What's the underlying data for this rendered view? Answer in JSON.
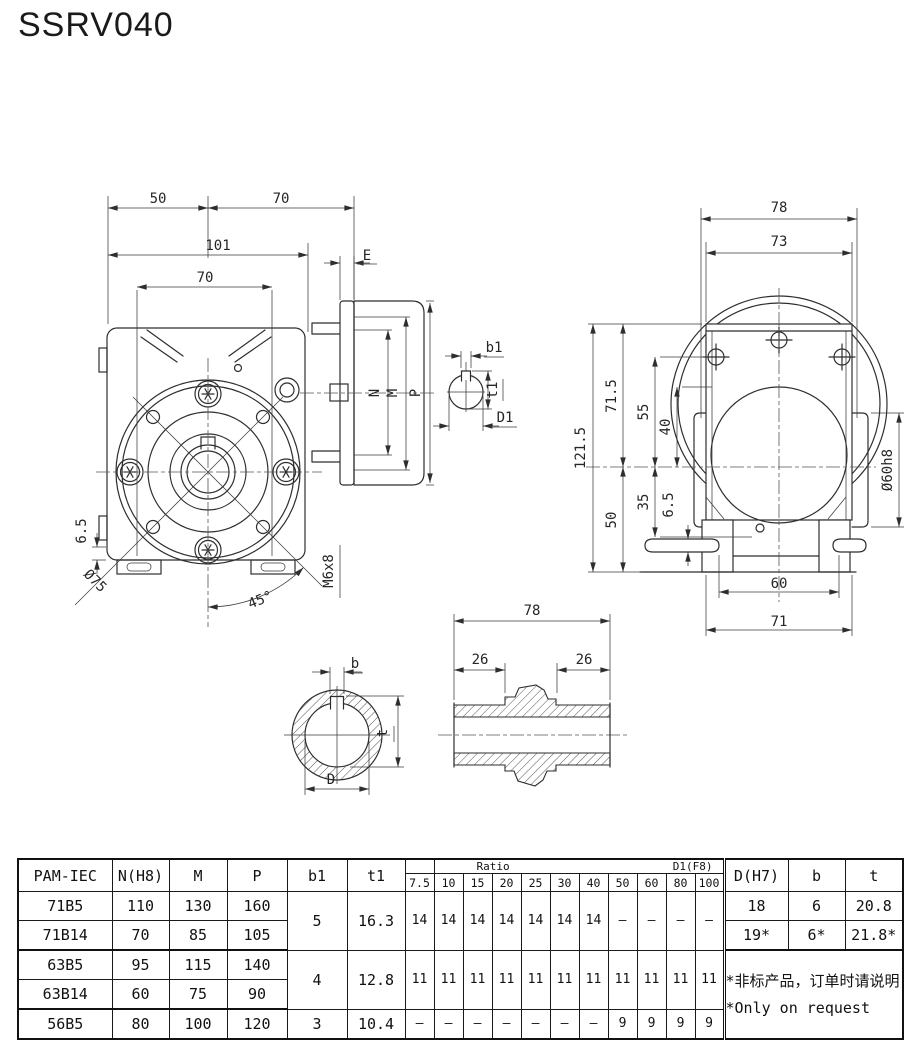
{
  "title": "SSRV040",
  "dwg": {
    "front": {
      "d50": "50",
      "d70a": "70",
      "d101": "101",
      "d70b": "70",
      "d65": "6.5",
      "dia75": "Ø75",
      "a45": "45°",
      "m6x8": "M6x8"
    },
    "flange": {
      "e": "E",
      "n": "N",
      "m": "M",
      "p": "P"
    },
    "detail": {
      "b1": "b1",
      "t1": "t1",
      "d1": "D1"
    },
    "side": {
      "d78": "78",
      "d73": "73",
      "d1215": "121.5",
      "d715": "71.5",
      "d55": "55",
      "d40": "40",
      "d35": "35",
      "d65": "6.5",
      "d50": "50",
      "dia60": "Ø60h8",
      "d60": "60",
      "d71": "71"
    },
    "bore": {
      "b": "b",
      "t": "t",
      "d": "D"
    },
    "shaft": {
      "d78": "78",
      "d26l": "26",
      "d26r": "26"
    }
  },
  "table": {
    "h": {
      "pam": "PAM-IEC",
      "n": "N(H8)",
      "m": "M",
      "p": "P",
      "b1": "b1",
      "t1": "t1",
      "ratio": "Ratio",
      "d1f8": "D1(F8)",
      "c": [
        "7.5",
        "10",
        "15",
        "20",
        "25",
        "30",
        "40",
        "50",
        "60",
        "80",
        "100"
      ],
      "dh7": "D(H7)",
      "b": "b",
      "t": "t"
    },
    "r1": {
      "pam": "71B5",
      "n": "110",
      "m": "130",
      "p": "160",
      "dh7": "18",
      "b": "6",
      "t": "20.8"
    },
    "r2": {
      "pam": "71B14",
      "n": "70",
      "m": "85",
      "p": "105",
      "dh7": "19*",
      "b": "6*",
      "t": "21.8*"
    },
    "r3": {
      "pam": "63B5",
      "n": "95",
      "m": "115",
      "p": "140"
    },
    "r4": {
      "pam": "63B14",
      "n": "60",
      "m": "75",
      "p": "90"
    },
    "r5": {
      "pam": "56B5",
      "n": "80",
      "m": "100",
      "p": "120",
      "b1": "3",
      "t1": "10.4"
    },
    "g1": {
      "b1": "5",
      "t1": "16.3",
      "r": [
        "14",
        "14",
        "14",
        "14",
        "14",
        "14",
        "14",
        "—",
        "—",
        "—",
        "—"
      ]
    },
    "g2": {
      "b1": "4",
      "t1": "12.8",
      "r": [
        "11",
        "11",
        "11",
        "11",
        "11",
        "11",
        "11",
        "11",
        "11",
        "11",
        "11"
      ]
    },
    "g3": {
      "r": [
        "—",
        "—",
        "—",
        "—",
        "—",
        "—",
        "—",
        "9",
        "9",
        "9",
        "9"
      ]
    },
    "note_cn": "*非标产品，订单时请说明",
    "note_en": "*Only on request"
  }
}
